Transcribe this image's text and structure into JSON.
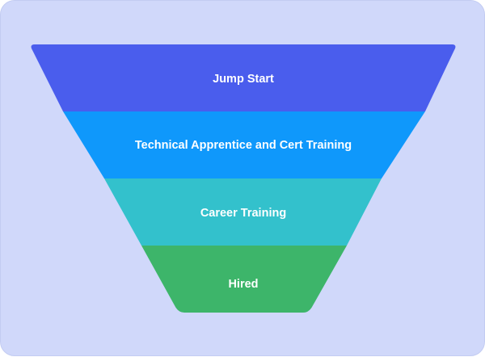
{
  "colors": {
    "background": "#d0d8fa",
    "stage_1": "#4a5ded",
    "stage_2": "#0f98fb",
    "stage_3": "#33c1cc",
    "stage_4": "#3db56a"
  },
  "funnel": {
    "stages": [
      {
        "label": "Jump Start"
      },
      {
        "label": "Technical Apprentice and Cert Training"
      },
      {
        "label": "Career Training"
      },
      {
        "label": "Hired"
      }
    ]
  }
}
